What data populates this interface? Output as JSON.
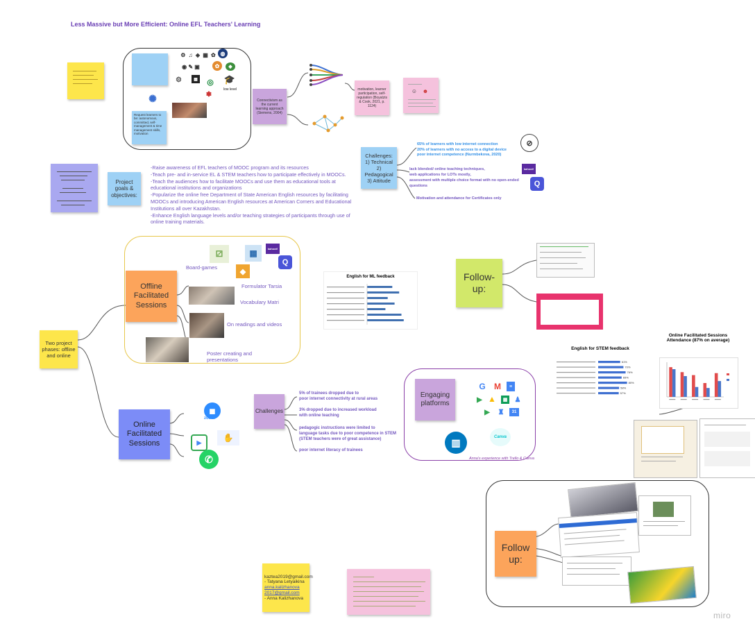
{
  "title": "Less Massive but More Efficient:  Online EFL Teachers' Learning",
  "top_frame": {
    "low_level_label": "low level",
    "request_note": "Request learners to be: autonomous, committed, self-management & time management skills, motivation"
  },
  "connectivism_note": "Connectivism as the current learning approach (Siemens, 2004)",
  "motivation_note": "motivation, learner participation, self-regulation (Boyatzis & Cook, 2021, p. 1124)",
  "project_note": "Project goals & objectives:",
  "goals": [
    "-Raise awareness of EFL teachers of MOOC program and its resources",
    "-Teach pre- and in-service EL & STEM teachers how to participate effectively in MOOCs.",
    "-Teach the audiences how to facilitate MOOCs and use them as educational tools at",
    "educational institutions and organizations",
    "-Popularize the online free Department of State American English resources by facilitating",
    "MOOCs and introducing American English resources at American Corners and Educational",
    "Institutions all over Kazakhstan.",
    "-Enhance English language levels and/or teaching strategies of participants through use of",
    "online training materials."
  ],
  "challenges_note": "Challenges: 1) Technical 2) Pedagogical 3) Attitude",
  "challenge_items": [
    "65% of learners with low internet connection",
    "20% of learners with no access to a digital device",
    "poor internet competence (Nurmbekova, 2020)",
    "lack blended/ online teaching techniques,",
    "web applications for LOTs mostly,",
    "assessment with multiple choice format with no open-ended",
    "questions",
    "Motivation and attendance for Certificates only"
  ],
  "phases_note": "Two project phases: offline and online",
  "offline_note": "Offline Facilitated Sessions",
  "offline_items": [
    "Board-games",
    "Formulator Tarsia",
    "Vocabulary Matri",
    "On readings and videos",
    "Poster creating and presentations"
  ],
  "online_note": "Online Facilitated Sessions",
  "online_icons": {
    "zoom": "zoom"
  },
  "online_challenges_note": "Challenges",
  "online_challenges": [
    [
      "5% of trainees dropped due to",
      "poor internet connectivity at rural areas"
    ],
    [
      "3% dropped due to increased workload",
      "with online teaching"
    ],
    [
      "pedagogic instructions were limited to",
      "language tasks due to poor competence in STEM",
      "(STEM teachers were of great assistance)"
    ],
    [
      "poor internet literacy of trainees"
    ]
  ],
  "engaging_note": "Engaging platforms",
  "engaging_caption": "Anna's experience with Trello & Canva",
  "followup_top": "Follow- up:",
  "followup_bottom": "Follow up:",
  "contact_note": {
    "line1": "kaztea2019@gmail.com - Tatyana Letyaikina",
    "link": "anna.kalizhanova 2017@gmail.com",
    "line2": "- Anna Kalizhanova"
  },
  "kahoot_label": "kahoot!",
  "canva_label": "Canva",
  "miro_label": "miro",
  "chart_data": [
    {
      "type": "bar",
      "orientation": "horizontal",
      "title": "English for ML feedback",
      "categories": [
        "c1",
        "c2",
        "c3",
        "c4",
        "c5",
        "c6",
        "c7"
      ],
      "values": [
        55,
        70,
        45,
        60,
        40,
        75,
        80
      ],
      "xlim": [
        0,
        100
      ]
    },
    {
      "type": "bar",
      "orientation": "horizontal",
      "title": "English for STEM feedback",
      "categories": [
        "c1",
        "c2",
        "c3",
        "c4",
        "c5",
        "c6",
        "c7"
      ],
      "values": [
        61,
        70,
        76,
        65,
        80,
        58,
        57
      ],
      "value_labels": [
        "61%",
        "70%",
        "76%",
        "65%",
        "80%",
        "58%",
        "57%"
      ],
      "xlim": [
        0,
        100
      ]
    },
    {
      "type": "bar",
      "title": "Online Facilitated Sessions Attendance (87% on average)",
      "categories": [
        "g1",
        "g2",
        "g3",
        "g4",
        "g5"
      ],
      "series": [
        {
          "values": [
            30,
            25,
            22,
            14,
            24
          ],
          "color": "#e14c4c"
        },
        {
          "values": [
            28,
            21,
            10,
            9,
            16
          ],
          "color": "#4a76c9"
        }
      ],
      "ylim": [
        0,
        35
      ],
      "grid": false
    }
  ]
}
